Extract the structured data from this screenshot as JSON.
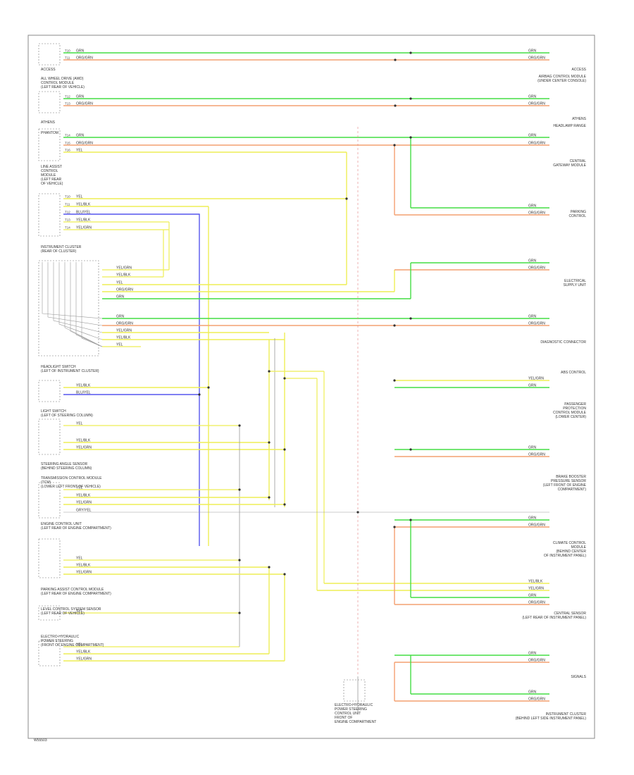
{
  "colors": {
    "grn": "#44dd44",
    "org": "#f4a070",
    "yel": "#eeee55",
    "blu": "#5555ee",
    "gry": "#999999",
    "red_ground": "#e08080"
  },
  "figure_id": "W55503",
  "left_labels": [
    "ACCESS",
    "ALL WHEEL DRIVE (AWD)\nCONTROL MODULE\n(LEFT REAR OF VEHICLE)",
    "ATHENS",
    "PHANTOM",
    "LINE ASSIST\nCONTROL\nMODULE\n(LEFT REAR\nOF VEHICLE)",
    "INSTRUMENT CLUSTER\n(REAR OF CLUSTER)",
    "HEADLIGHT SWITCH\n(LEFT OF INSTRUMENT CLUSTER)",
    "LIGHT SWITCH\n(LEFT OF STEERING COLUMN)",
    "STEERING ANGLE SENSOR\n(BEHIND STEERING COLUMN)",
    "TRANSMISSION CONTROL MODULE\n(TCM)\n(LOWER LEFT FRONT OF VEHICLE)",
    "ENGINE CONTROL UNIT\n(LEFT REAR OF ENGINE COMPARTMENT)",
    "PARKING ASSIST CONTROL MODULE\n(LEFT REAR OF ENGINE COMPARTMENT)",
    "LEVEL CONTROL SYSTEM SENSOR\n(LEFT REAR OF VEHICLE)",
    "ELECTRO-HYDRAULIC\nPOWER STEERING\n(FRONT OF ENGINE COMPARTMENT)"
  ],
  "right_labels": [
    "ACCESS",
    "AIRBAG CONTROL MODULE\n(UNDER CENTER CONSOLE)",
    "ATHENS",
    "HEADLAMP RANGE",
    "CENTRAL\nGATEWAY MODULE",
    "PARKING\nCONTROL",
    "ELECTRICAL\nSUPPLY UNIT",
    "DIAGNOSTIC CONNECTOR",
    "ABS CONTROL",
    "PASSENGER\nPROTECTION\nCONTROL MODULE\n(LOWER CENTER)",
    "BRAKE BOOSTER\nPRESSURE SENSOR\n(LEFT FRONT OF ENGINE\nCOMPARTMENT)",
    "CLIMATE CONTROL\nMODULE\n(BEHIND CENTER\nOF INSTRUMENT PANEL)",
    "CENTRAL SENSOR\n(LEFT REAR OF INSTRUMENT PANEL)",
    "SIGNALS",
    "INSTRUMENT CLUSTER\n(BEHIND LEFT SIDE INSTRUMENT PANEL)"
  ],
  "bottom_center_label": "ELECTRO-HYDRAULIC\nPOWER STEERING\nCONTROL UNIT\nFRONT OF\nENGINE COMPARTMENT",
  "wire_labels": {
    "grn": "GRN",
    "org": "ORG/GRN",
    "yel": "YEL",
    "yel_blk": "YEL/BLK",
    "blu": "BLU/YEL",
    "gry": "GRY/YEL",
    "yel_grn": "YEL/GRN"
  },
  "pins": [
    "T10",
    "T11",
    "T12",
    "T13",
    "T14",
    "T15",
    "T16"
  ]
}
